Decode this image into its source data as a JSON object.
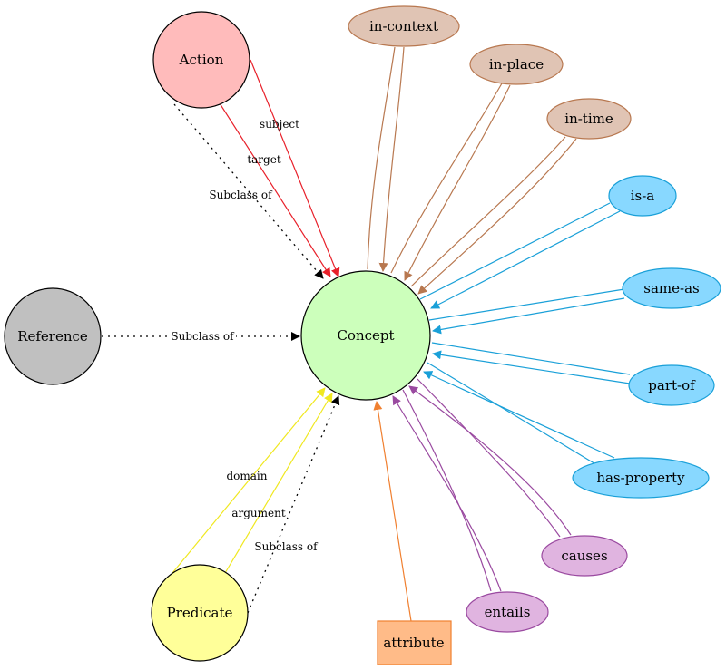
{
  "nodes": {
    "concept": {
      "label": "Concept",
      "fill": "#ccffbb",
      "stroke": "#000000"
    },
    "action": {
      "label": "Action",
      "fill": "#ffbbbb",
      "stroke": "#000000"
    },
    "reference": {
      "label": "Reference",
      "fill": "#c0c0c0",
      "stroke": "#000000"
    },
    "predicate": {
      "label": "Predicate",
      "fill": "#ffff99",
      "stroke": "#000000"
    },
    "in_context": {
      "label": "in-context",
      "fill": "#e0c4b4",
      "stroke": "#b87850"
    },
    "in_place": {
      "label": "in-place",
      "fill": "#e0c4b4",
      "stroke": "#b87850"
    },
    "in_time": {
      "label": "in-time",
      "fill": "#e0c4b4",
      "stroke": "#b87850"
    },
    "is_a": {
      "label": "is-a",
      "fill": "#88d8ff",
      "stroke": "#1aa0d8"
    },
    "same_as": {
      "label": "same-as",
      "fill": "#88d8ff",
      "stroke": "#1aa0d8"
    },
    "part_of": {
      "label": "part-of",
      "fill": "#88d8ff",
      "stroke": "#1aa0d8"
    },
    "has_property": {
      "label": "has-property",
      "fill": "#88d8ff",
      "stroke": "#1aa0d8"
    },
    "causes": {
      "label": "causes",
      "fill": "#e0b4e0",
      "stroke": "#9a4aa0"
    },
    "entails": {
      "label": "entails",
      "fill": "#e0b4e0",
      "stroke": "#9a4aa0"
    },
    "attribute": {
      "label": "attribute",
      "fill": "#ffbb88",
      "stroke": "#f08030"
    }
  },
  "edge_labels": {
    "subject": "subject",
    "target": "target",
    "action_subclass": "Subclass of",
    "reference_subclass": "Subclass of",
    "domain": "domain",
    "argument": "argument",
    "predicate_subclass": "Subclass of"
  },
  "colors": {
    "brown_edge": "#b87850",
    "blue_edge": "#1aa0d8",
    "purple_edge": "#9a4aa0",
    "orange_edge": "#f08030",
    "red_edge": "#e8202a",
    "yellow_edge": "#f0e820",
    "subclass_edge": "#000000"
  }
}
